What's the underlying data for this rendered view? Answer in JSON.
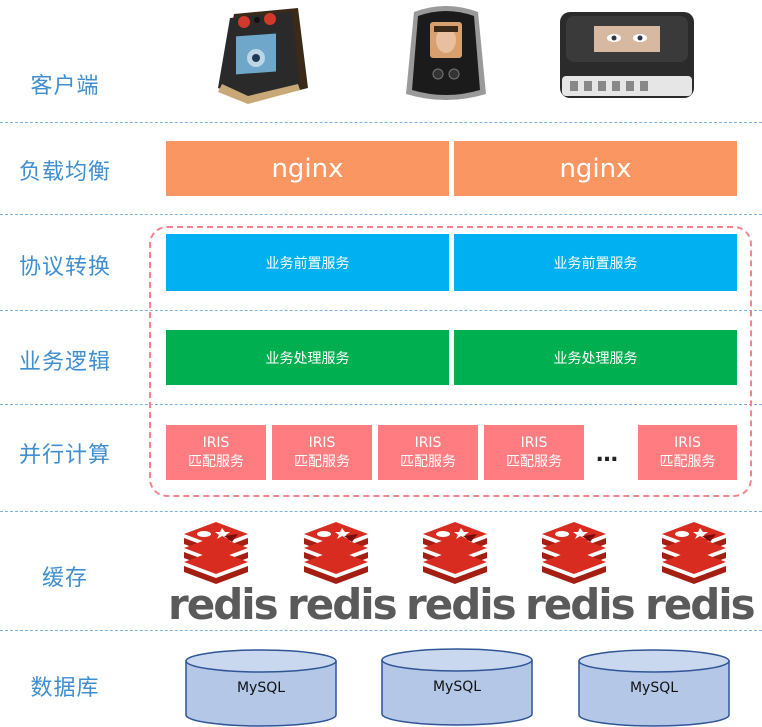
{
  "layers": [
    "客户端",
    "负载均衡",
    "协议转换",
    "业务逻辑",
    "并行计算",
    "缓存",
    "数据库"
  ],
  "load_balancer": [
    "nginx",
    "nginx"
  ],
  "protocol": [
    "业务前置服务",
    "业务前置服务"
  ],
  "logic": [
    "业务处理服务",
    "业务处理服务"
  ],
  "iris": [
    {
      "line1": "IRIS",
      "line2": "匹配服务"
    },
    {
      "line1": "IRIS",
      "line2": "匹配服务"
    },
    {
      "line1": "IRIS",
      "line2": "匹配服务"
    },
    {
      "line1": "IRIS",
      "line2": "匹配服务"
    },
    {
      "line1": "IRIS",
      "line2": "匹配服务"
    }
  ],
  "ellipsis": "…",
  "cache": [
    "redis",
    "redis",
    "redis",
    "redis",
    "redis"
  ],
  "databases": [
    "MySQL",
    "MySQL",
    "MySQL"
  ],
  "colors": {
    "label": "#3f8fd0",
    "nginx": "#fa9662",
    "front": "#00b0f0",
    "process": "#00b050",
    "iris": "#ff7c80",
    "redis": "#d82c20",
    "db": "#b4c7e7"
  }
}
